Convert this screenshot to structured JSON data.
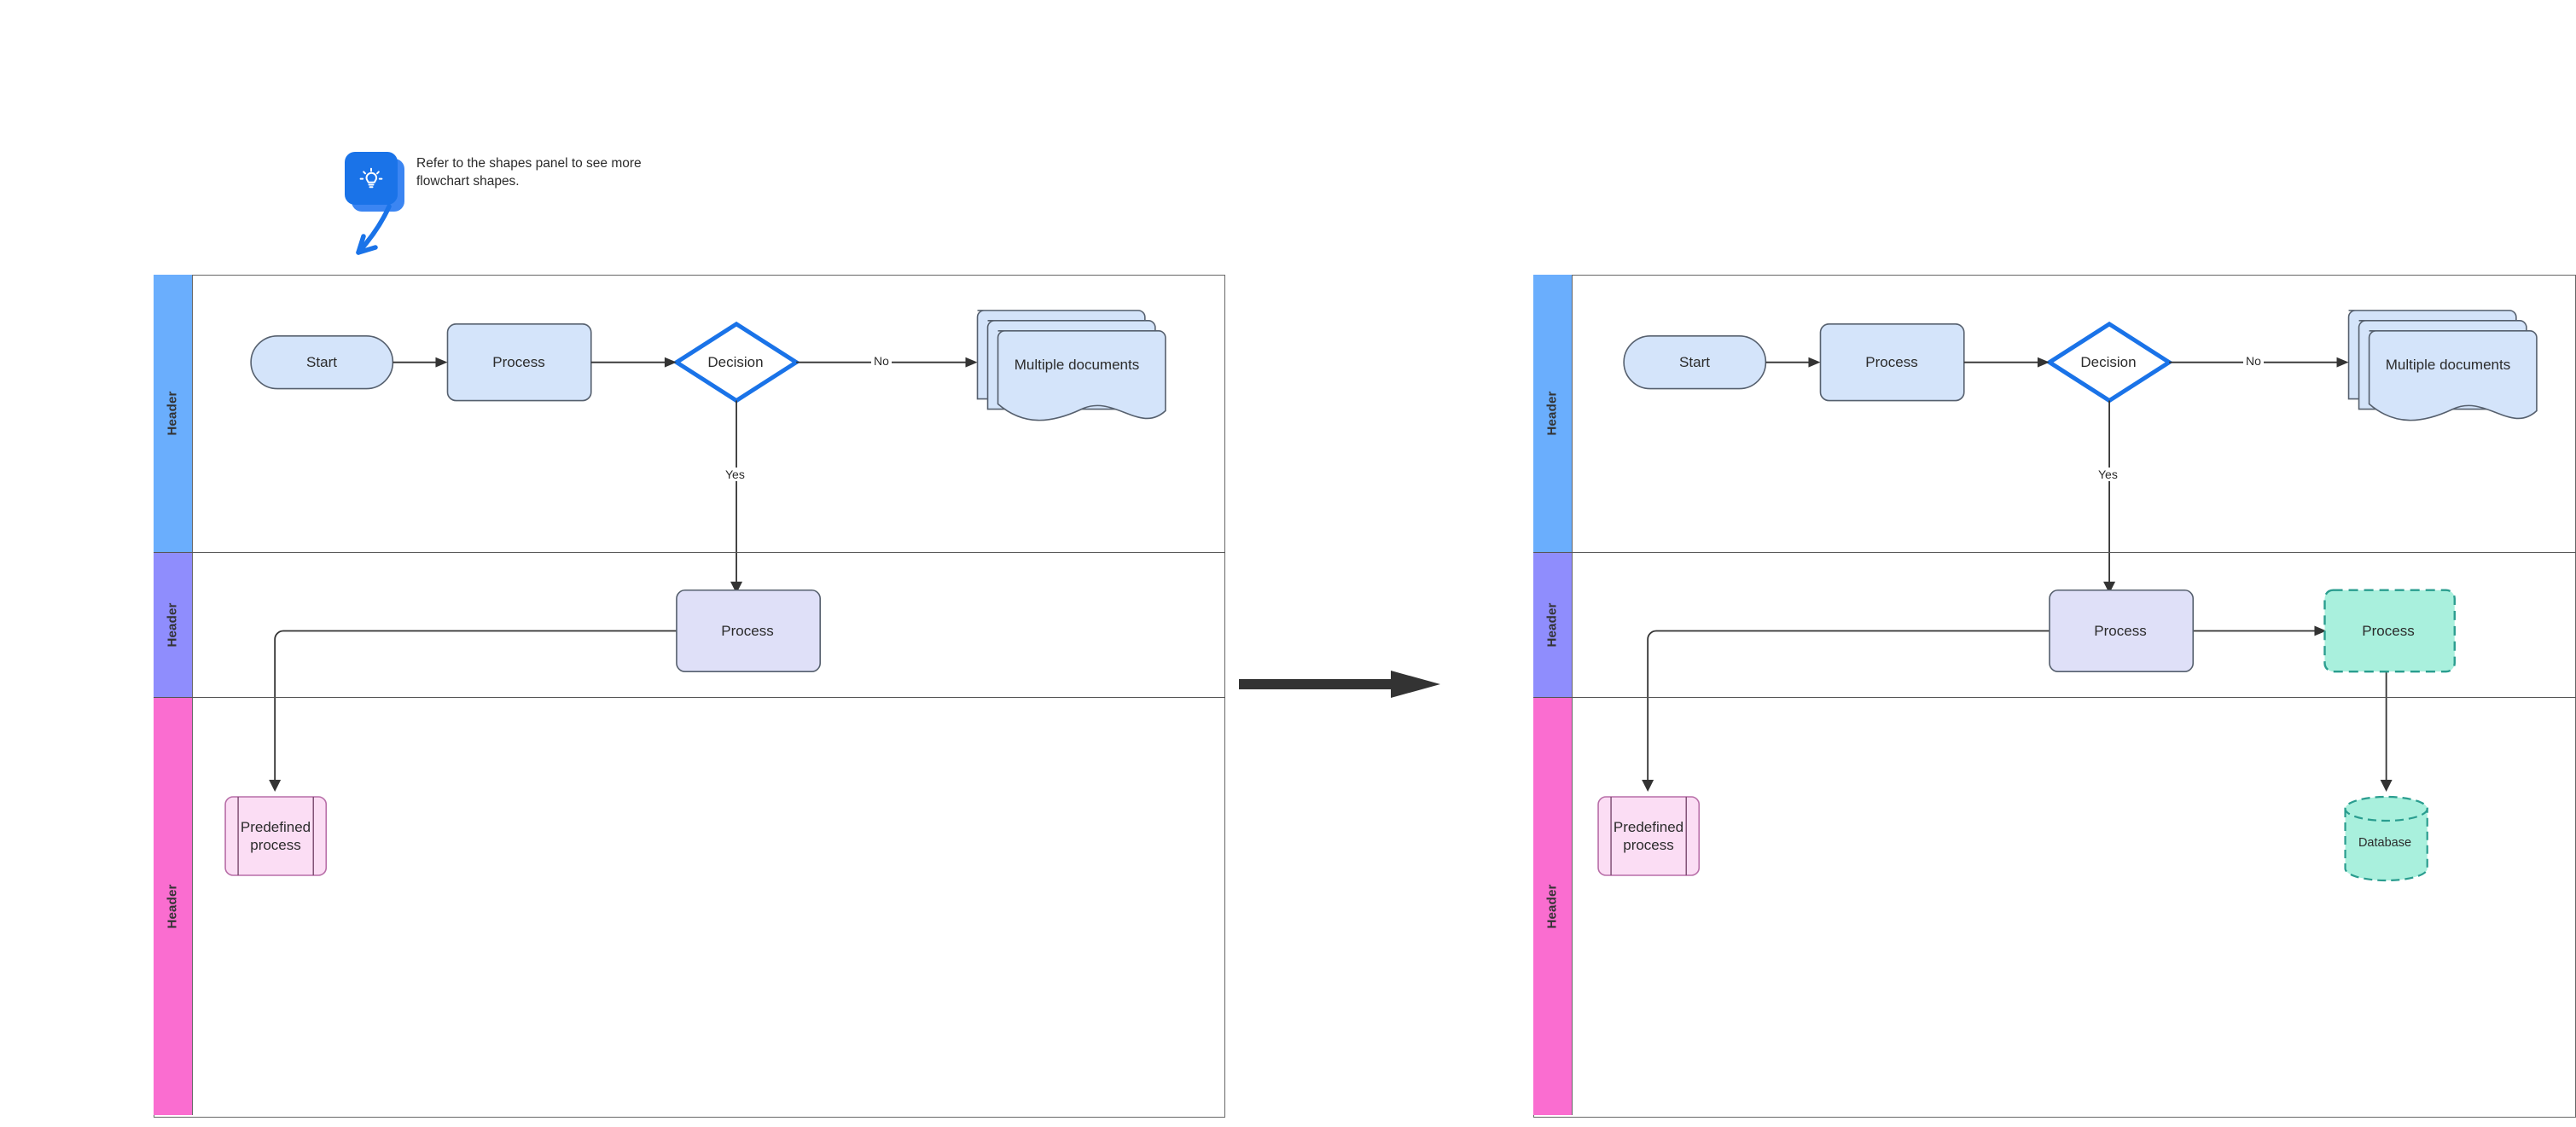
{
  "tip": {
    "icon": "lightbulb-icon",
    "text": "Refer to the shapes panel to see more flowchart shapes."
  },
  "transition": {
    "icon": "right-arrow-icon"
  },
  "colors": {
    "lane_header_blue": "#6aaefd",
    "lane_header_purple": "#8f8dfd",
    "lane_header_pink": "#fa6dd0",
    "shape_blue_fill": "#d4e4fa",
    "shape_lavender_fill": "#dfe0f8",
    "shape_pink_fill": "#fbddf4",
    "shape_mint_fill": "#a9f0dd",
    "decision_stroke": "#1a73e8",
    "mint_stroke": "#2a9d8f",
    "pink_stroke": "#b86fa8",
    "edge_stroke": "#333333",
    "tip_icon_bg": "#1a73e8"
  },
  "diagrams": [
    {
      "id": "before",
      "lanes": [
        {
          "label": "Header",
          "color": "#6aaefd"
        },
        {
          "label": "Header",
          "color": "#8f8dfd"
        },
        {
          "label": "Header",
          "color": "#fa6dd0"
        }
      ],
      "nodes": [
        {
          "id": "start",
          "label": "Start",
          "shape": "terminator",
          "lane": 0
        },
        {
          "id": "process1",
          "label": "Process",
          "shape": "process",
          "lane": 0
        },
        {
          "id": "decision",
          "label": "Decision",
          "shape": "decision",
          "lane": 0
        },
        {
          "id": "multidocs",
          "label": "Multiple documents",
          "shape": "multiple-documents",
          "lane": 0
        },
        {
          "id": "process2",
          "label": "Process",
          "shape": "process",
          "lane": 1
        },
        {
          "id": "predefined",
          "label": "Predefined process",
          "shape": "predefined-process",
          "lane": 2
        }
      ],
      "edges": [
        {
          "from": "start",
          "to": "process1",
          "label": ""
        },
        {
          "from": "process1",
          "to": "decision",
          "label": ""
        },
        {
          "from": "decision",
          "to": "multidocs",
          "label": "No"
        },
        {
          "from": "decision",
          "to": "process2",
          "label": "Yes"
        },
        {
          "from": "process2",
          "to": "predefined",
          "label": ""
        }
      ]
    },
    {
      "id": "after",
      "lanes": [
        {
          "label": "Header",
          "color": "#6aaefd"
        },
        {
          "label": "Header",
          "color": "#8f8dfd"
        },
        {
          "label": "Header",
          "color": "#fa6dd0"
        }
      ],
      "nodes": [
        {
          "id": "start",
          "label": "Start",
          "shape": "terminator",
          "lane": 0
        },
        {
          "id": "process1",
          "label": "Process",
          "shape": "process",
          "lane": 0
        },
        {
          "id": "decision",
          "label": "Decision",
          "shape": "decision",
          "lane": 0
        },
        {
          "id": "multidocs",
          "label": "Multiple documents",
          "shape": "multiple-documents",
          "lane": 0
        },
        {
          "id": "process2",
          "label": "Process",
          "shape": "process",
          "lane": 1
        },
        {
          "id": "process3",
          "label": "Process",
          "shape": "process-dashed",
          "lane": 1
        },
        {
          "id": "predefined",
          "label": "Predefined process",
          "shape": "predefined-process",
          "lane": 2
        },
        {
          "id": "database",
          "label": "Database",
          "shape": "database-dashed",
          "lane": 2
        }
      ],
      "edges": [
        {
          "from": "start",
          "to": "process1",
          "label": ""
        },
        {
          "from": "process1",
          "to": "decision",
          "label": ""
        },
        {
          "from": "decision",
          "to": "multidocs",
          "label": "No"
        },
        {
          "from": "decision",
          "to": "process2",
          "label": "Yes"
        },
        {
          "from": "process2",
          "to": "predefined",
          "label": ""
        },
        {
          "from": "process2",
          "to": "process3",
          "label": ""
        },
        {
          "from": "process3",
          "to": "database",
          "label": ""
        }
      ]
    }
  ]
}
